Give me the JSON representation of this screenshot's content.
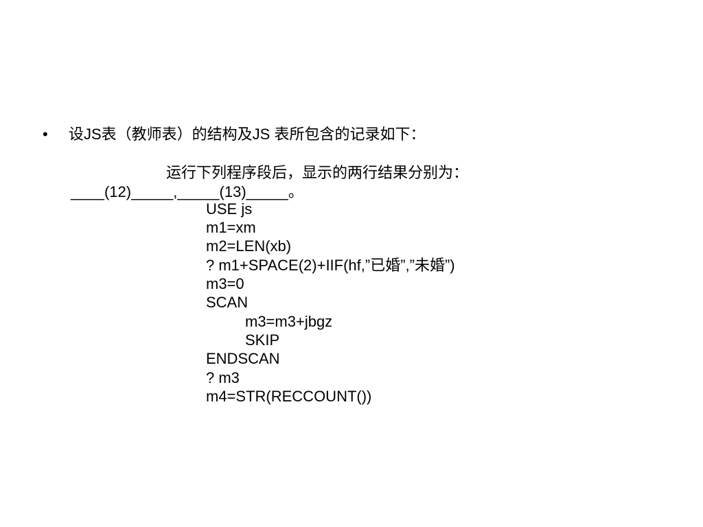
{
  "bullet": {
    "marker": "•",
    "text": "设JS表（教师表）的结构及JS 表所包含的记录如下："
  },
  "intro": {
    "line1": "运行下列程序段后，显示的两行结果分别为：",
    "line2": "____(12)_____,_____(13)_____。"
  },
  "code": {
    "lines": [
      "USE js",
      "m1=xm",
      "m2=LEN(xb)",
      "? m1+SPACE(2)+IIF(hf,”已婚”,”未婚”)",
      "m3=0",
      "SCAN",
      "m3=m3+jbgz",
      "SKIP",
      "ENDSCAN",
      "? m3",
      "m4=STR(RECCOUNT())"
    ]
  }
}
